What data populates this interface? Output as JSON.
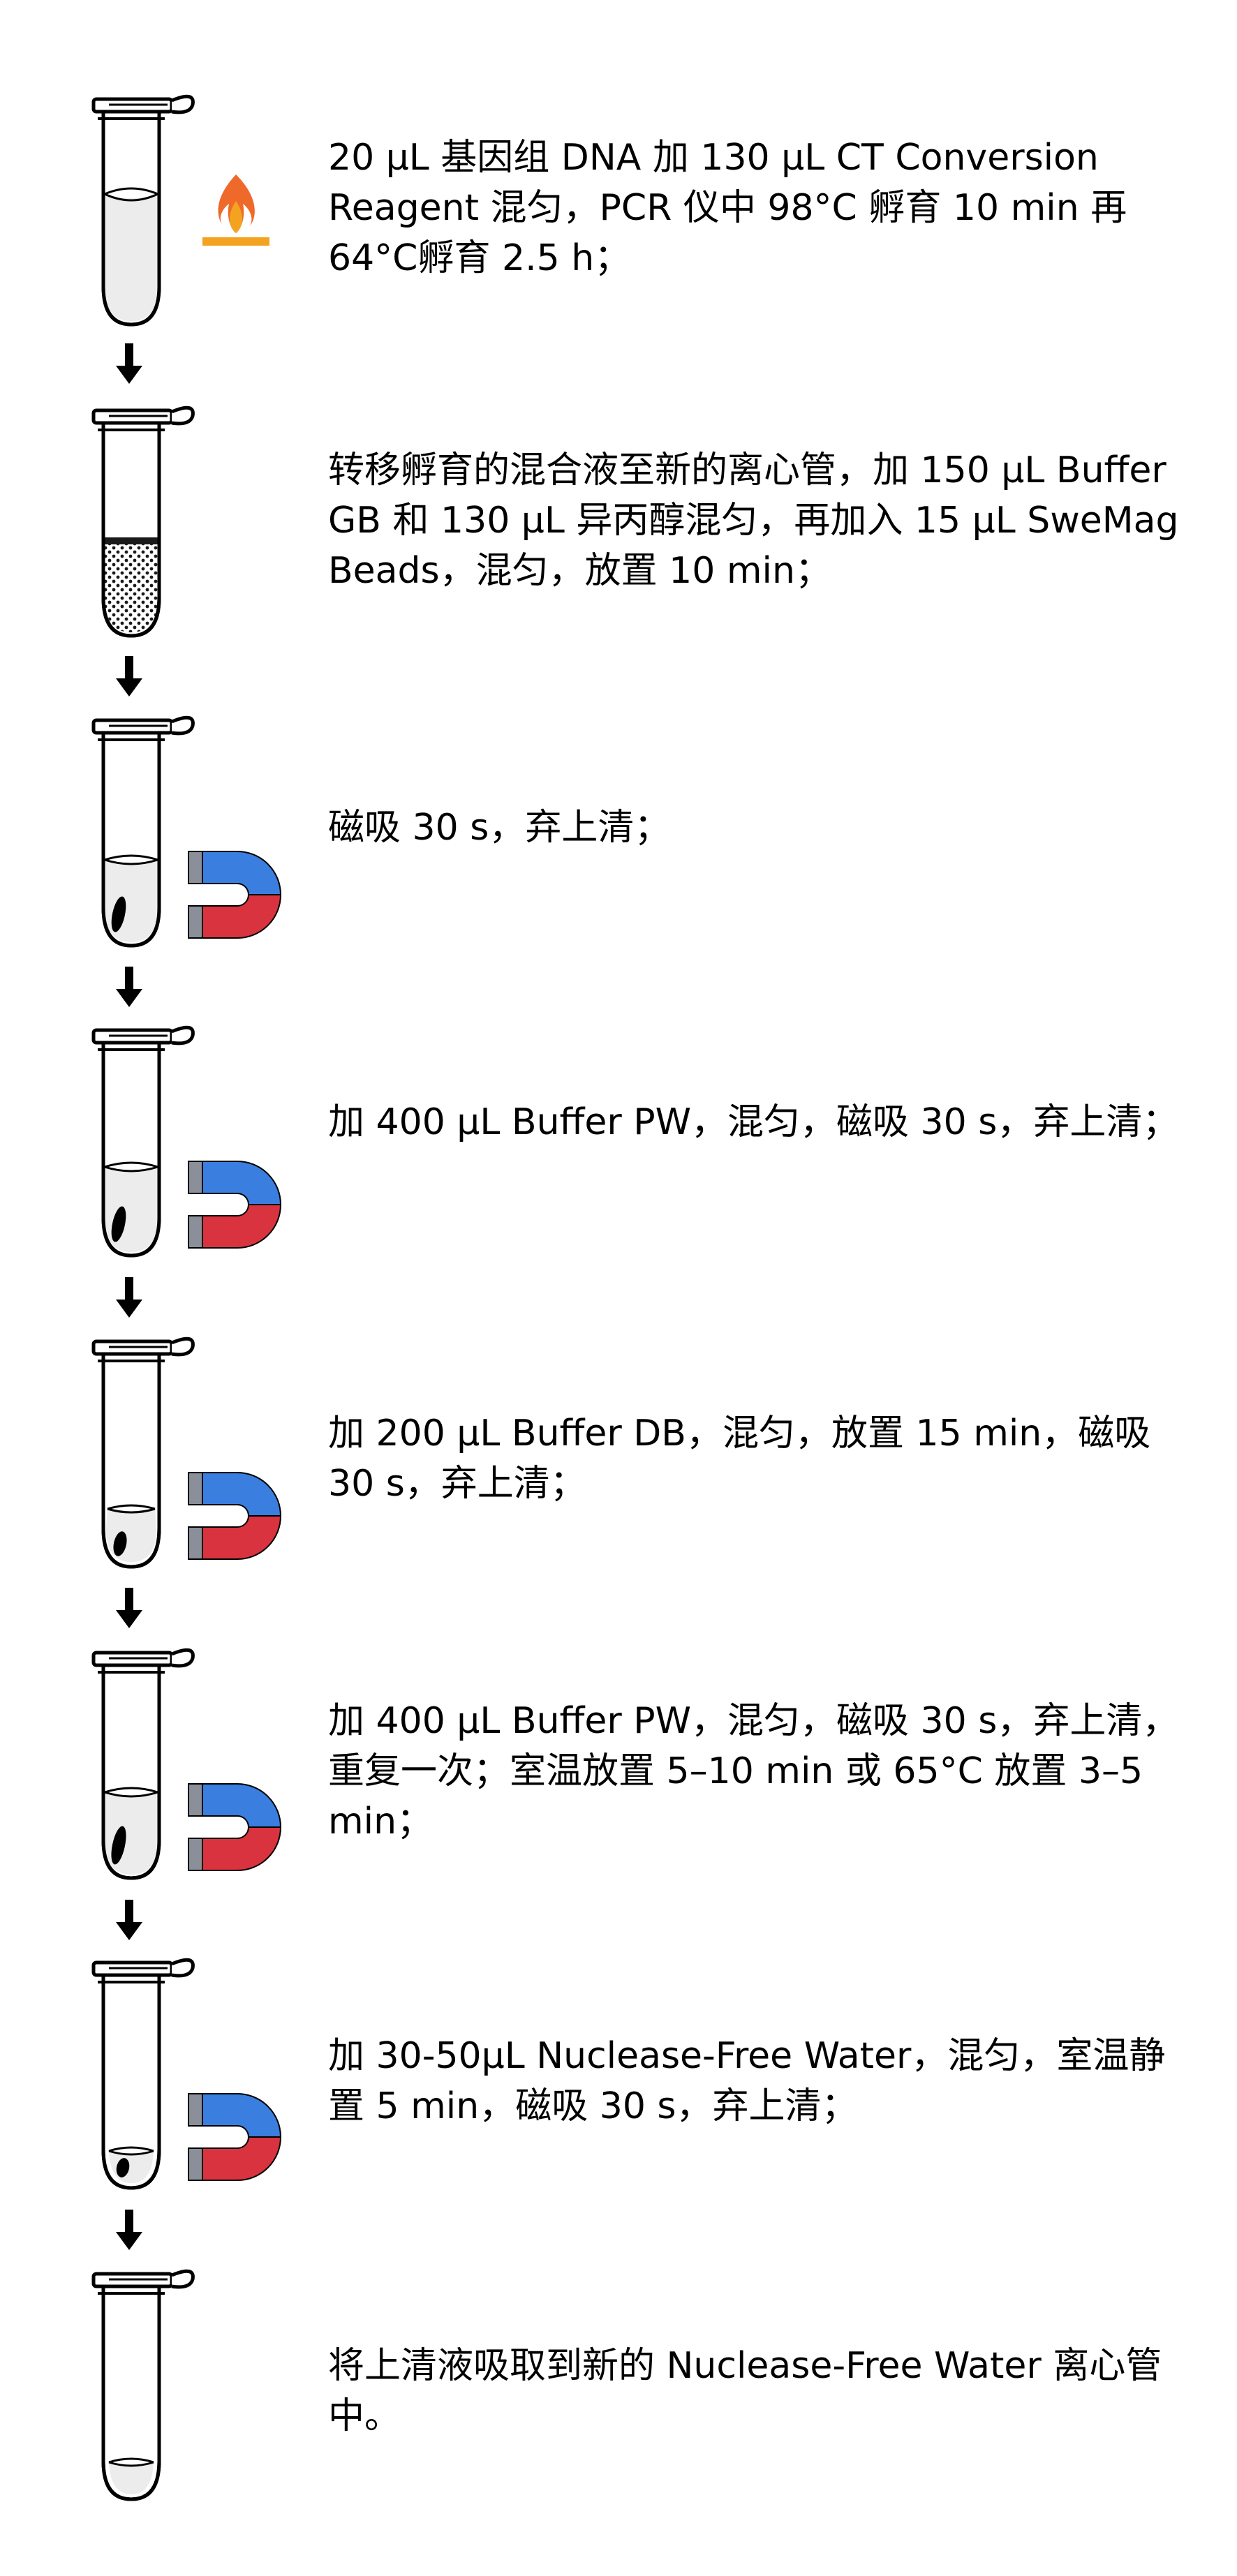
{
  "colors": {
    "line": "#000000",
    "liquid": "#ececec",
    "beads": "#1a1a1a",
    "magnet_red": "#d9333f",
    "magnet_blue": "#3a7ee0",
    "magnet_tip": "#8a8f99",
    "flame_outer": "#f4a321",
    "flame_inner": "#ef6a2a",
    "flame_base": "#f4a321"
  },
  "steps": [
    {
      "text": "20 μL 基因组 DNA 加 130 μL CT Conversion Reagent 混匀，PCR 仪中 98°C 孵育 10 min 再 64°C孵育 2.5 h；",
      "tube_content": "liquid",
      "accessory": "flame-icon"
    },
    {
      "text": "转移孵育的混合液至新的离心管，加 150 μL Buffer GB 和 130 μL 异丙醇混匀，再加入 15 μL SweMag Beads，混匀，放置 10 min；",
      "tube_content": "beads-suspension",
      "accessory": "none"
    },
    {
      "text": "磁吸 30 s，弃上清；",
      "tube_content": "pellet-with-liquid",
      "accessory": "magnet-icon"
    },
    {
      "text": "加 400 μL Buffer PW，混匀，磁吸 30 s，弃上清；",
      "tube_content": "pellet-with-liquid",
      "accessory": "magnet-icon"
    },
    {
      "text": "加 200 μL Buffer DB，混匀，放置 15 min，磁吸 30 s，弃上清；",
      "tube_content": "pellet-with-liquid",
      "accessory": "magnet-icon"
    },
    {
      "text": "加 400 μL Buffer PW，混匀，磁吸 30 s，弃上清，重复一次；室温放置 5–10 min 或 65°C 放置 3–5 min；",
      "tube_content": "pellet-with-liquid",
      "accessory": "magnet-icon"
    },
    {
      "text": "加 30-50μL Nuclease-Free Water，混匀，室温静置 5 min，磁吸 30 s，弃上清；",
      "tube_content": "pellet-with-liquid",
      "accessory": "magnet-icon"
    },
    {
      "text": "将上清液吸取到新的 Nuclease-Free Water 离心管中。",
      "tube_content": "small-liquid",
      "accessory": "none"
    }
  ]
}
